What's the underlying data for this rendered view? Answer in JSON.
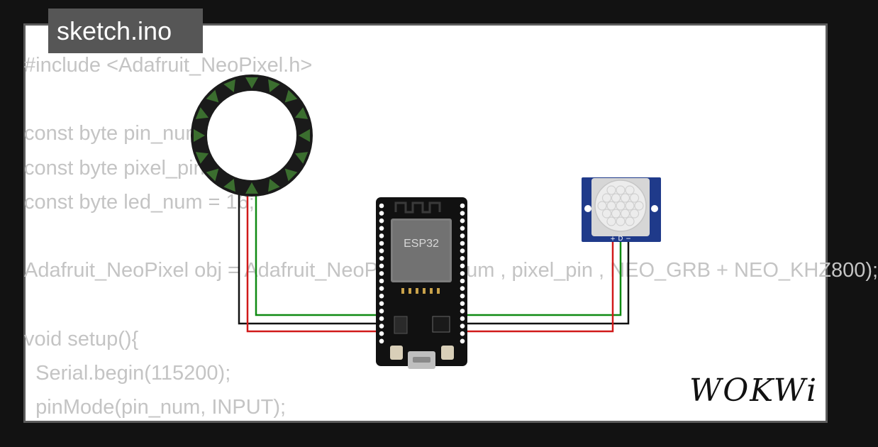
{
  "file": {
    "name": "sketch.ino"
  },
  "code_lines": [
    "#include <Adafruit_NeoPixel.h>",
    "",
    "const byte pin_num = 12;",
    "const byte pixel_pin = 13;",
    "const byte led_num = 16;",
    "",
    "Adafruit_NeoPixel obj = Adafruit_NeoPixel(led_num , pixel_pin , NEO_GRB + NEO_KHZ800);",
    "",
    "void setup(){",
    "  Serial.begin(115200);",
    "  pinMode(pin_num, INPUT);"
  ],
  "parts": {
    "mcu": {
      "label": "ESP32"
    },
    "pir": {
      "pin_labels": [
        "+",
        "D",
        "−"
      ]
    },
    "ring": {
      "pixel_count": 16
    }
  },
  "brand": {
    "logo": "WOKWi"
  },
  "colors": {
    "wire_green": "#0f8a12",
    "wire_black": "#111111",
    "wire_red": "#d11a1a",
    "pir_board": "#1f3a8a",
    "ring_green": "#3b6e2f"
  }
}
